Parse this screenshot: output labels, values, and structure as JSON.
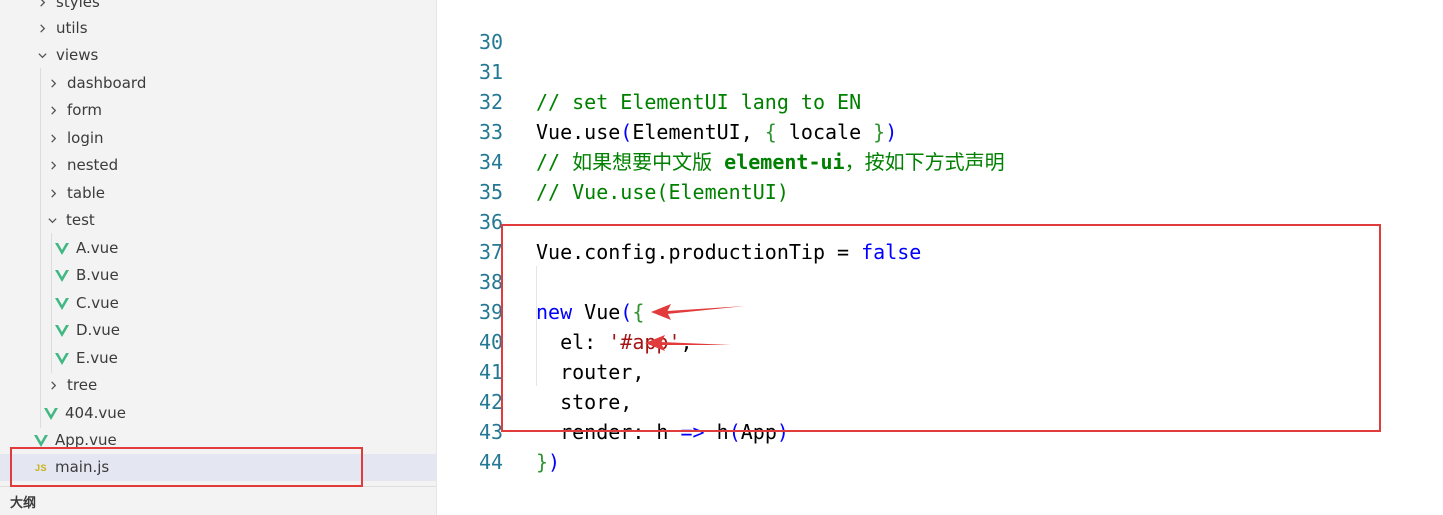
{
  "explorer": {
    "items": [
      {
        "label": "styles",
        "kind": "folder",
        "expanded": false
      },
      {
        "label": "utils",
        "kind": "folder",
        "expanded": false
      },
      {
        "label": "views",
        "kind": "folder",
        "expanded": true
      },
      {
        "label": "dashboard",
        "kind": "folder",
        "expanded": false
      },
      {
        "label": "form",
        "kind": "folder",
        "expanded": false
      },
      {
        "label": "login",
        "kind": "folder",
        "expanded": false
      },
      {
        "label": "nested",
        "kind": "folder",
        "expanded": false
      },
      {
        "label": "table",
        "kind": "folder",
        "expanded": false
      },
      {
        "label": "test",
        "kind": "folder",
        "expanded": true
      },
      {
        "label": "A.vue",
        "kind": "vue"
      },
      {
        "label": "B.vue",
        "kind": "vue"
      },
      {
        "label": "C.vue",
        "kind": "vue"
      },
      {
        "label": "D.vue",
        "kind": "vue"
      },
      {
        "label": "E.vue",
        "kind": "vue"
      },
      {
        "label": "tree",
        "kind": "folder",
        "expanded": false
      },
      {
        "label": "404.vue",
        "kind": "vue"
      },
      {
        "label": "App.vue",
        "kind": "vue"
      },
      {
        "label": "main.js",
        "kind": "js",
        "selected": true
      }
    ],
    "js_badge": "JS",
    "outline_label": "大纲"
  },
  "editor": {
    "lines": [
      {
        "num": "30"
      },
      {
        "num": "31"
      },
      {
        "num": "32"
      },
      {
        "num": "33"
      },
      {
        "num": "34"
      },
      {
        "num": "35"
      },
      {
        "num": "36"
      },
      {
        "num": "37"
      },
      {
        "num": "38"
      },
      {
        "num": "39"
      },
      {
        "num": "40"
      },
      {
        "num": "41"
      },
      {
        "num": "42"
      },
      {
        "num": "43"
      },
      {
        "num": "44"
      }
    ],
    "code": {
      "l31": "// set ElementUI lang to EN",
      "l32_a": "Vue.use",
      "l32_b": "(",
      "l32_c": "ElementUI, ",
      "l32_d": "{",
      "l32_e": " locale ",
      "l32_f": "}",
      "l32_g": ")",
      "l33_a": "// 如果想要中文版 ",
      "l33_b": "element-ui",
      "l33_c": "，按如下方式声明",
      "l34": "// Vue.use(ElementUI)",
      "l36_a": "Vue.config.productionTip = ",
      "l36_b": "false",
      "l38_a": "new",
      "l38_b": " Vue",
      "l38_c": "(",
      "l38_d": "{",
      "l39_a": "  el: ",
      "l39_b": "'#app'",
      "l39_c": ",",
      "l40": "  router,",
      "l41": "  store,",
      "l42_a": "  render: h ",
      "l42_b": "=>",
      "l42_c": " h",
      "l42_d": "(",
      "l42_e": "App",
      "l42_f": ")",
      "l43_a": "}",
      "l43_b": ")"
    }
  },
  "colors": {
    "annotation_red": "#e23b3b",
    "comment": "#008000",
    "keyword": "#0000ff",
    "string": "#a31515",
    "line_number": "#237893"
  }
}
